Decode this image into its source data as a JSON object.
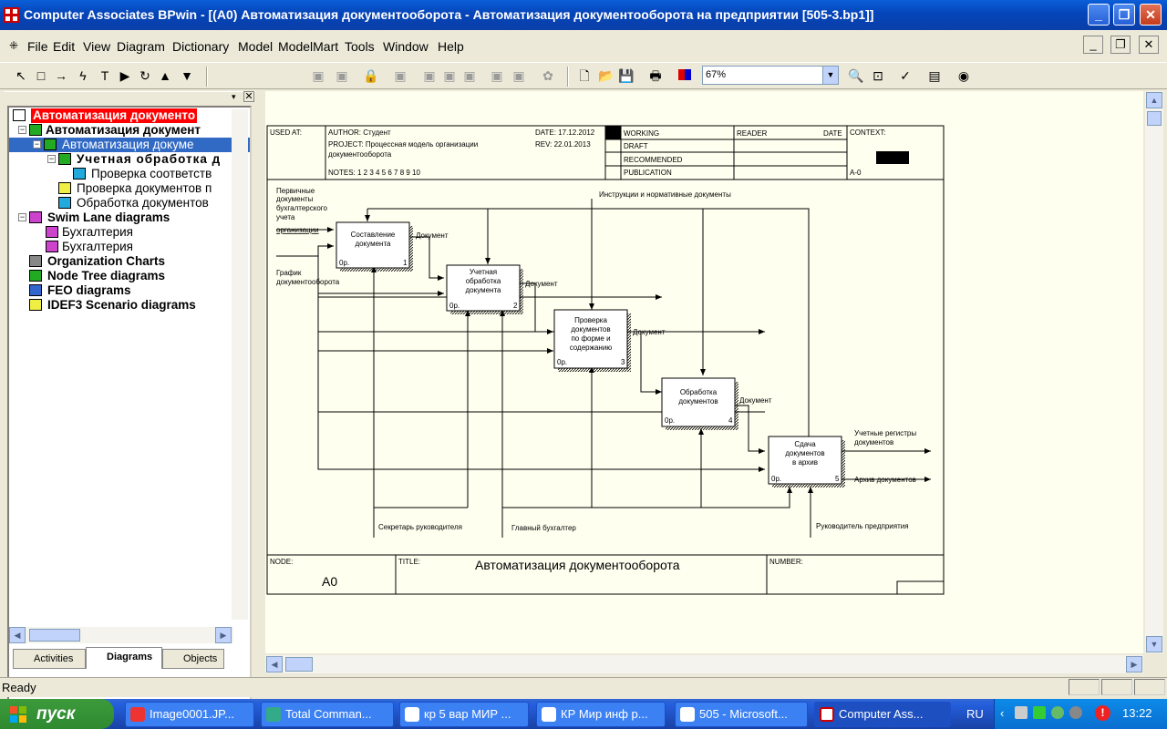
{
  "window": {
    "title": "Computer Associates BPwin - [(A0) Автоматизация документооборота  - Автоматизация документооборота на предприятии  [505-3.bp1]]"
  },
  "menu": [
    "File",
    "Edit",
    "View",
    "Diagram",
    "Dictionary",
    "Model",
    "ModelMart",
    "Tools",
    "Window",
    "Help"
  ],
  "toolbar": {
    "zoom": "67%"
  },
  "tree": {
    "items": [
      {
        "label": "Автоматизация документо",
        "bold": true,
        "selected_red": true
      },
      {
        "label": "Автоматизация документ",
        "bold": true
      },
      {
        "label": "Автоматизация докуме",
        "selected": true
      },
      {
        "label": "Учетная  обработка  д",
        "bold": true
      },
      {
        "label": "Проверка соответств"
      },
      {
        "label": "Проверка документов п"
      },
      {
        "label": "Обработка документов"
      },
      {
        "label": "Swim Lane diagrams",
        "bold": true
      },
      {
        "label": "Бухгалтерия"
      },
      {
        "label": "Бухгалтерия"
      },
      {
        "label": "Organization Charts",
        "bold": true
      },
      {
        "label": "Node Tree diagrams",
        "bold": true
      },
      {
        "label": "FEO diagrams",
        "bold": true
      },
      {
        "label": "IDEF3 Scenario diagrams",
        "bold": true
      }
    ],
    "tabs": [
      "Activities",
      "Diagrams",
      "Objects"
    ]
  },
  "diagram": {
    "header": {
      "used_at": "USED AT:",
      "author": "AUTHOR:  Студент",
      "project": "PROJECT:  Процессная модель организации",
      "project2": "документооборота",
      "date": "DATE: 17.12.2012",
      "rev": "REV:  22.01.2013",
      "notes": "NOTES:  1  2  3  4  5  6  7  8  9  10",
      "status": [
        "WORKING",
        "DRAFT",
        "RECOMMENDED",
        "PUBLICATION"
      ],
      "reader": "READER",
      "date2": "DATE",
      "context": "CONTEXT:",
      "node_ref": "A-0"
    },
    "footer": {
      "node_label": "NODE:",
      "node": "A0",
      "title_label": "TITLE:",
      "title": "Автоматизация документооборота",
      "number_label": "NUMBER:"
    },
    "boxes": [
      {
        "lines": [
          "Составление",
          "документа"
        ],
        "cost": "0р.",
        "num": "1"
      },
      {
        "lines": [
          "Учетная",
          "обработка",
          "документа"
        ],
        "cost": "0р.",
        "num": "2"
      },
      {
        "lines": [
          "Проверка",
          "документов",
          "по форме и",
          "содержанию"
        ],
        "cost": "0р.",
        "num": "3"
      },
      {
        "lines": [
          "Обработка",
          "документов"
        ],
        "cost": "0р.",
        "num": "4"
      },
      {
        "lines": [
          "Сдача",
          "документов",
          "в архив"
        ],
        "cost": "0р.",
        "num": "5"
      }
    ],
    "labels": {
      "input1": [
        "Первичные",
        "документы",
        "бухгалтерского",
        "учета",
        "организации"
      ],
      "input2": [
        "График",
        "документооборота"
      ],
      "control": "Инструкции и нормативные документы",
      "doc": "Документ",
      "out1": [
        "Учетные регистры",
        "документов"
      ],
      "out2": "Архив документов",
      "mech1": "Секретарь руководителя",
      "mech2": "Главный бухгалтер",
      "mech3": "Руководитель предприятия"
    }
  },
  "status": {
    "text": "Ready"
  },
  "taskbar": {
    "start": "пуск",
    "tasks": [
      "Image0001.JP...",
      "Total Comman...",
      "кр 5 вар МИР ...",
      "КР Мир инф р...",
      "505 - Microsoft...",
      "Computer Ass..."
    ],
    "lang": "RU",
    "clock": "13:22"
  }
}
